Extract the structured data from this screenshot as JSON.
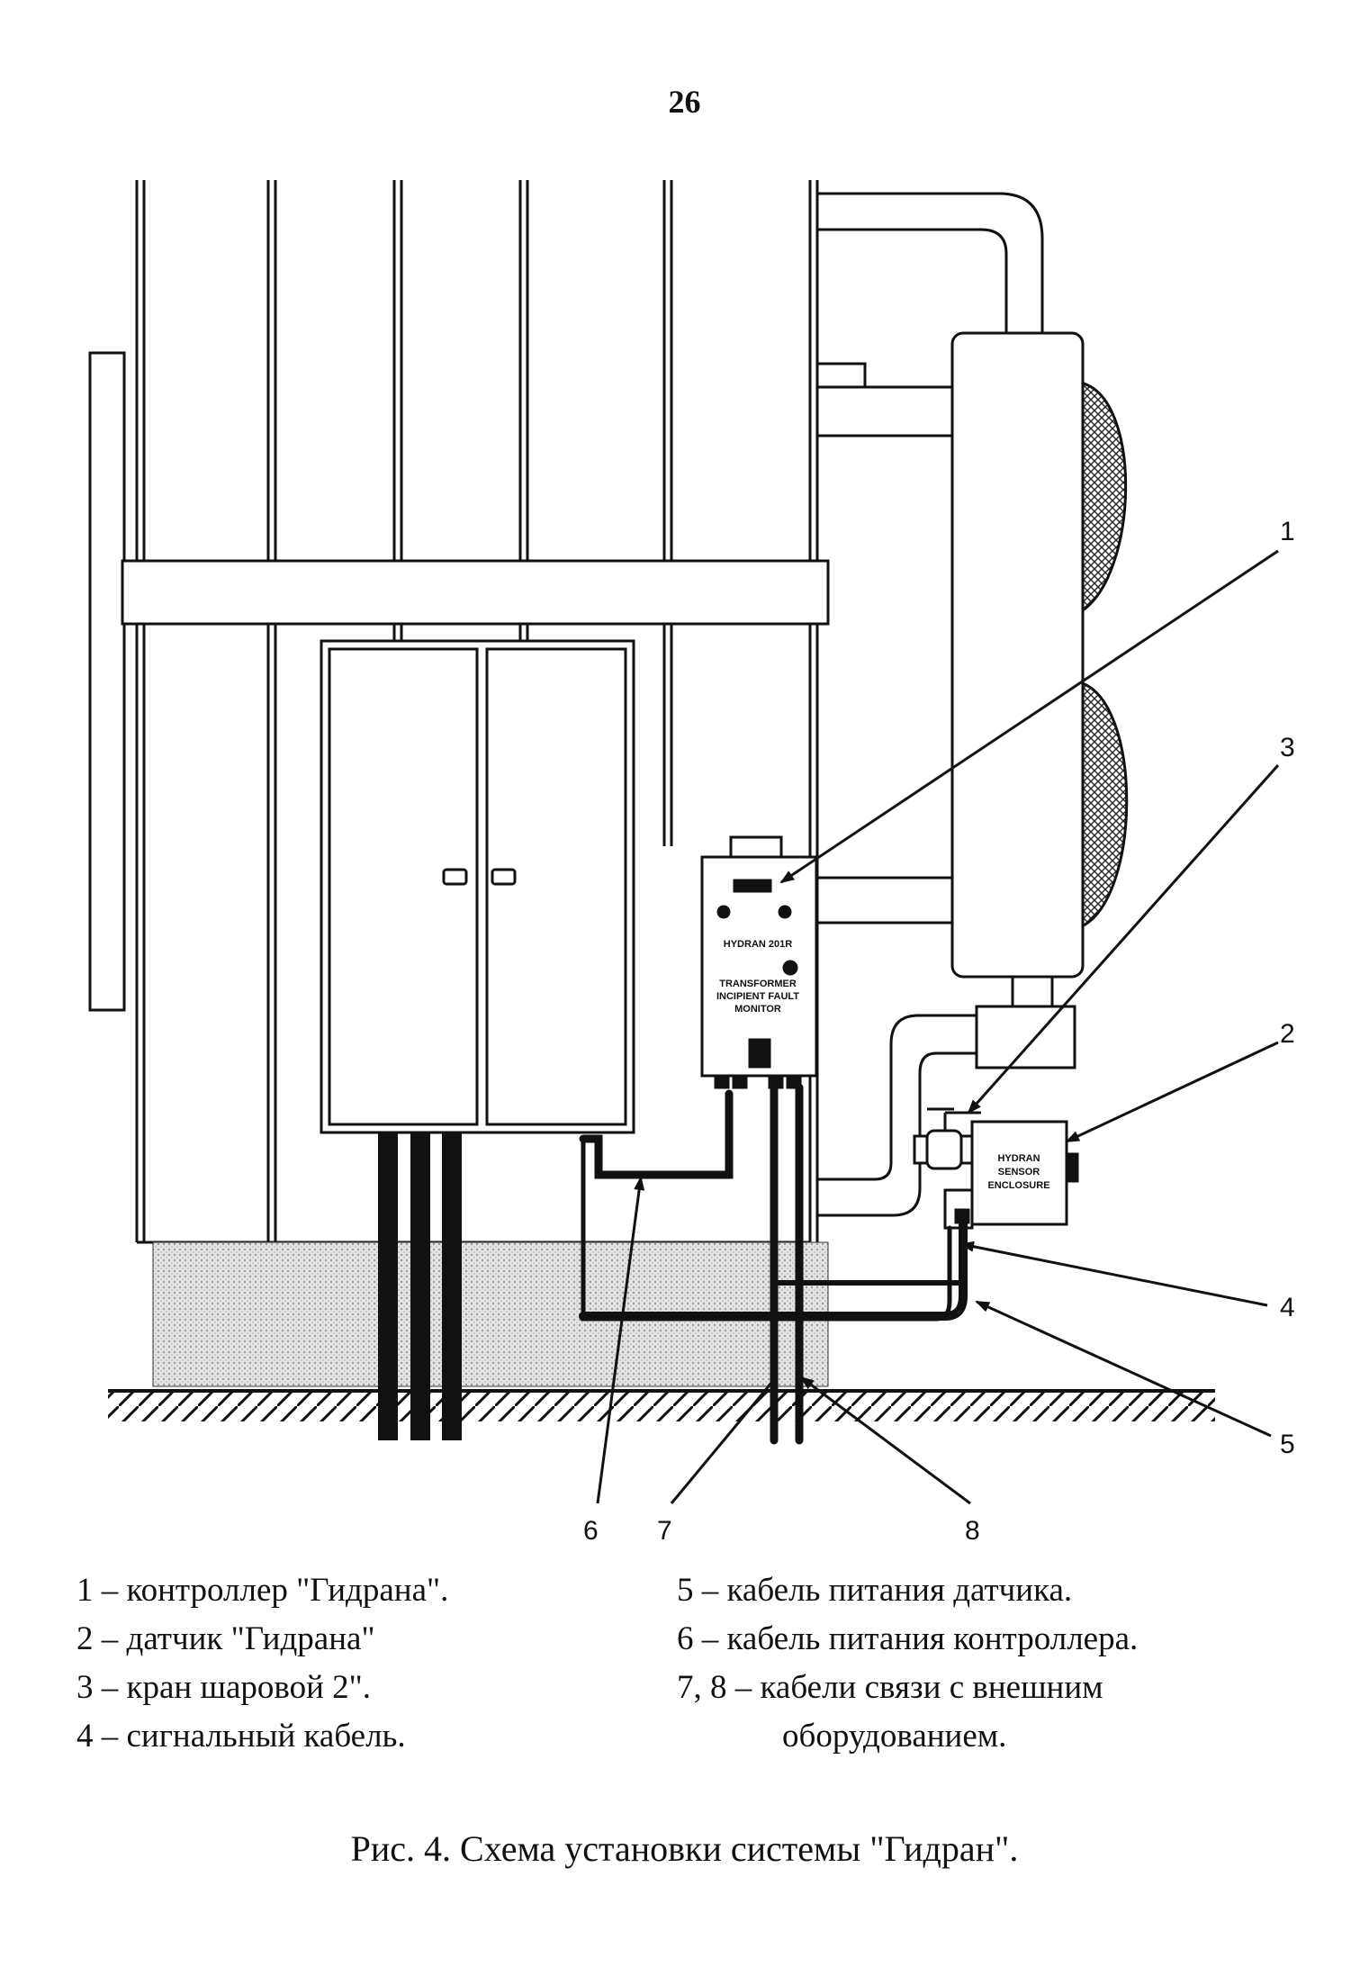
{
  "page_number": "26",
  "diagram": {
    "callouts": [
      "1",
      "2",
      "3",
      "4",
      "5",
      "6",
      "7",
      "8"
    ],
    "controller_label_lines": [
      "HYDRAN 201R",
      "TRANSFORMER",
      "INCIPIENT FAULT",
      "MONITOR"
    ],
    "sensor_label_lines": [
      "HYDRAN",
      "SENSOR",
      "ENCLOSURE"
    ]
  },
  "legend": {
    "left": [
      "1 – контроллер \"Гидрана\".",
      "2 – датчик \"Гидрана\"",
      "3 – кран шаровой 2\".",
      "4 – сигнальный кабель."
    ],
    "right": [
      "5 – кабель питания датчика.",
      "6 – кабель питания контроллера.",
      "7, 8 – кабели связи с внешним",
      "оборудованием."
    ]
  },
  "caption": "Рис. 4.  Схема установки системы \"Гидран\"."
}
